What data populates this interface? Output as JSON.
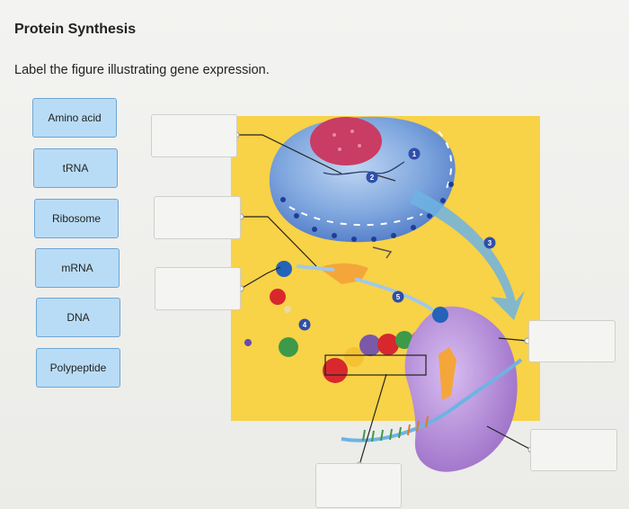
{
  "page": {
    "title": "Protein Synthesis",
    "instruction": "Label the figure illustrating gene expression."
  },
  "labels": [
    "Amino acid",
    "tRNA",
    "Ribosome",
    "mRNA",
    "DNA",
    "Polypeptide"
  ],
  "figure": {
    "step_markers": [
      "1",
      "2",
      "3",
      "4",
      "5"
    ],
    "colors": {
      "background": "#f8d247",
      "nucleus": "#7ea6de",
      "nucleolus": "#c93c63",
      "ribosome": "#b88cd8",
      "arrow": "#6fb3e3",
      "chip": "#b9dcf6"
    }
  },
  "drop_zones": [
    "",
    "",
    "",
    "",
    "",
    ""
  ]
}
